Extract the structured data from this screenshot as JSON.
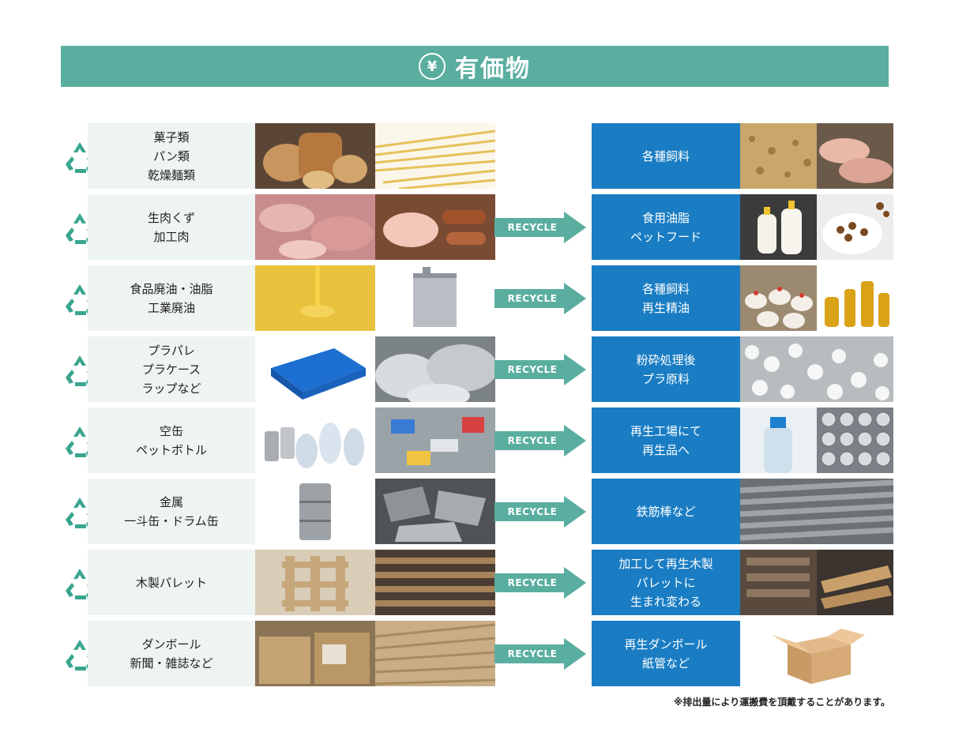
{
  "header": {
    "icon": "yen-circle-icon",
    "title": "有価物"
  },
  "arrow_label": "RECYCLE",
  "rows": [
    {
      "lines": [
        "菓子類",
        "パン類",
        "乾燥麺類"
      ],
      "result": [
        "各種飼料"
      ],
      "arrow": false
    },
    {
      "lines": [
        "生肉くず",
        "加工肉"
      ],
      "result": [
        "食用油脂",
        "ペットフード"
      ],
      "arrow": true
    },
    {
      "lines": [
        "食品廃油・油脂",
        "工業廃油"
      ],
      "result": [
        "各種飼料",
        "再生精油"
      ],
      "arrow": true
    },
    {
      "lines": [
        "プラパレ",
        "プラケース",
        "ラップなど"
      ],
      "result": [
        "粉砕処理後",
        "プラ原料"
      ],
      "arrow": true
    },
    {
      "lines": [
        "空缶",
        "ペットボトル"
      ],
      "result": [
        "再生工場にて",
        "再生品へ"
      ],
      "arrow": true
    },
    {
      "lines": [
        "金属",
        "一斗缶・ドラム缶"
      ],
      "result": [
        "鉄筋棒など"
      ],
      "arrow": true
    },
    {
      "lines": [
        "木製パレット"
      ],
      "result": [
        "加工して再生木製",
        "パレットに",
        "生まれ変わる"
      ],
      "arrow": true
    },
    {
      "lines": [
        "ダンボール",
        "新聞・雑誌など"
      ],
      "result": [
        "再生ダンボール",
        "紙管など"
      ],
      "arrow": true
    }
  ],
  "footnote": "※排出量により運搬費を頂戴することがあります。",
  "colors": {
    "header": "#5aaea0",
    "label_bg": "#eef4f2",
    "result_bg": "#1a7dc3",
    "arrow": "#5aaea0",
    "icon": "#3aa58f"
  }
}
